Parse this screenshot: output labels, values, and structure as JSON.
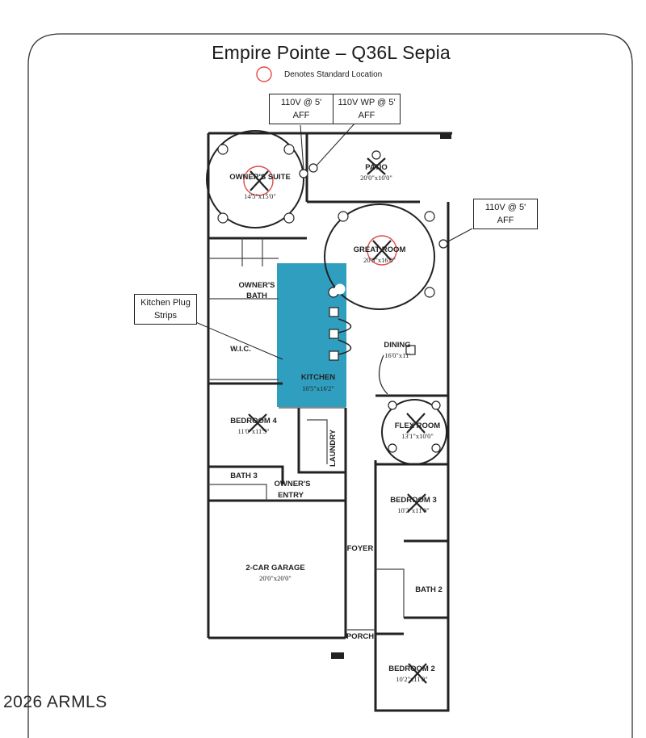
{
  "title": "Empire Pointe – Q36L Sepia",
  "legend": {
    "text": "Denotes Standard Location",
    "marker_color": "#e04a4a"
  },
  "callouts": {
    "owners_outlet": "110V @ 5' AFF",
    "patio_outlet": "110V WP @ 5' AFF",
    "great_room_outlet": "110V @ 5' AFF",
    "kitchen_plug": "Kitchen Plug Strips"
  },
  "rooms": {
    "owners_suite": {
      "name": "OWNER'S SUITE",
      "dim": "14'5\"x15'0\""
    },
    "patio": {
      "name": "PATIO",
      "dim": "20'0\"x10'0\""
    },
    "great_room": {
      "name": "GREAT ROOM",
      "dim": "20'8\"x16'8\""
    },
    "owners_bath": {
      "name": "OWNER'S BATH"
    },
    "wic": {
      "name": "W.I.C."
    },
    "kitchen": {
      "name": "KITCHEN",
      "dim": "10'5\"x16'2\""
    },
    "dining": {
      "name": "DINING",
      "dim": "16'0\"x11'"
    },
    "bedroom4": {
      "name": "BEDROOM 4",
      "dim": "11'0\"x11'5\""
    },
    "laundry": {
      "name": "LAUNDRY"
    },
    "flex_room": {
      "name": "FLEX ROOM",
      "dim": "13'1\"x10'0\""
    },
    "bath3": {
      "name": "BATH 3"
    },
    "owners_entry": {
      "name": "OWNER'S ENTRY"
    },
    "bedroom3": {
      "name": "BEDROOM 3",
      "dim": "10'2\"x11'0\""
    },
    "foyer": {
      "name": "FOYER"
    },
    "garage": {
      "name": "2-CAR GARAGE",
      "dim": "20'0\"x20'0\""
    },
    "bath2": {
      "name": "BATH 2"
    },
    "porch": {
      "name": "PORCH"
    },
    "bedroom2": {
      "name": "BEDROOM 2",
      "dim": "10'2\"x11'0\""
    }
  },
  "highlight_color": "#1e96b8",
  "watermark": "2026 ARMLS"
}
